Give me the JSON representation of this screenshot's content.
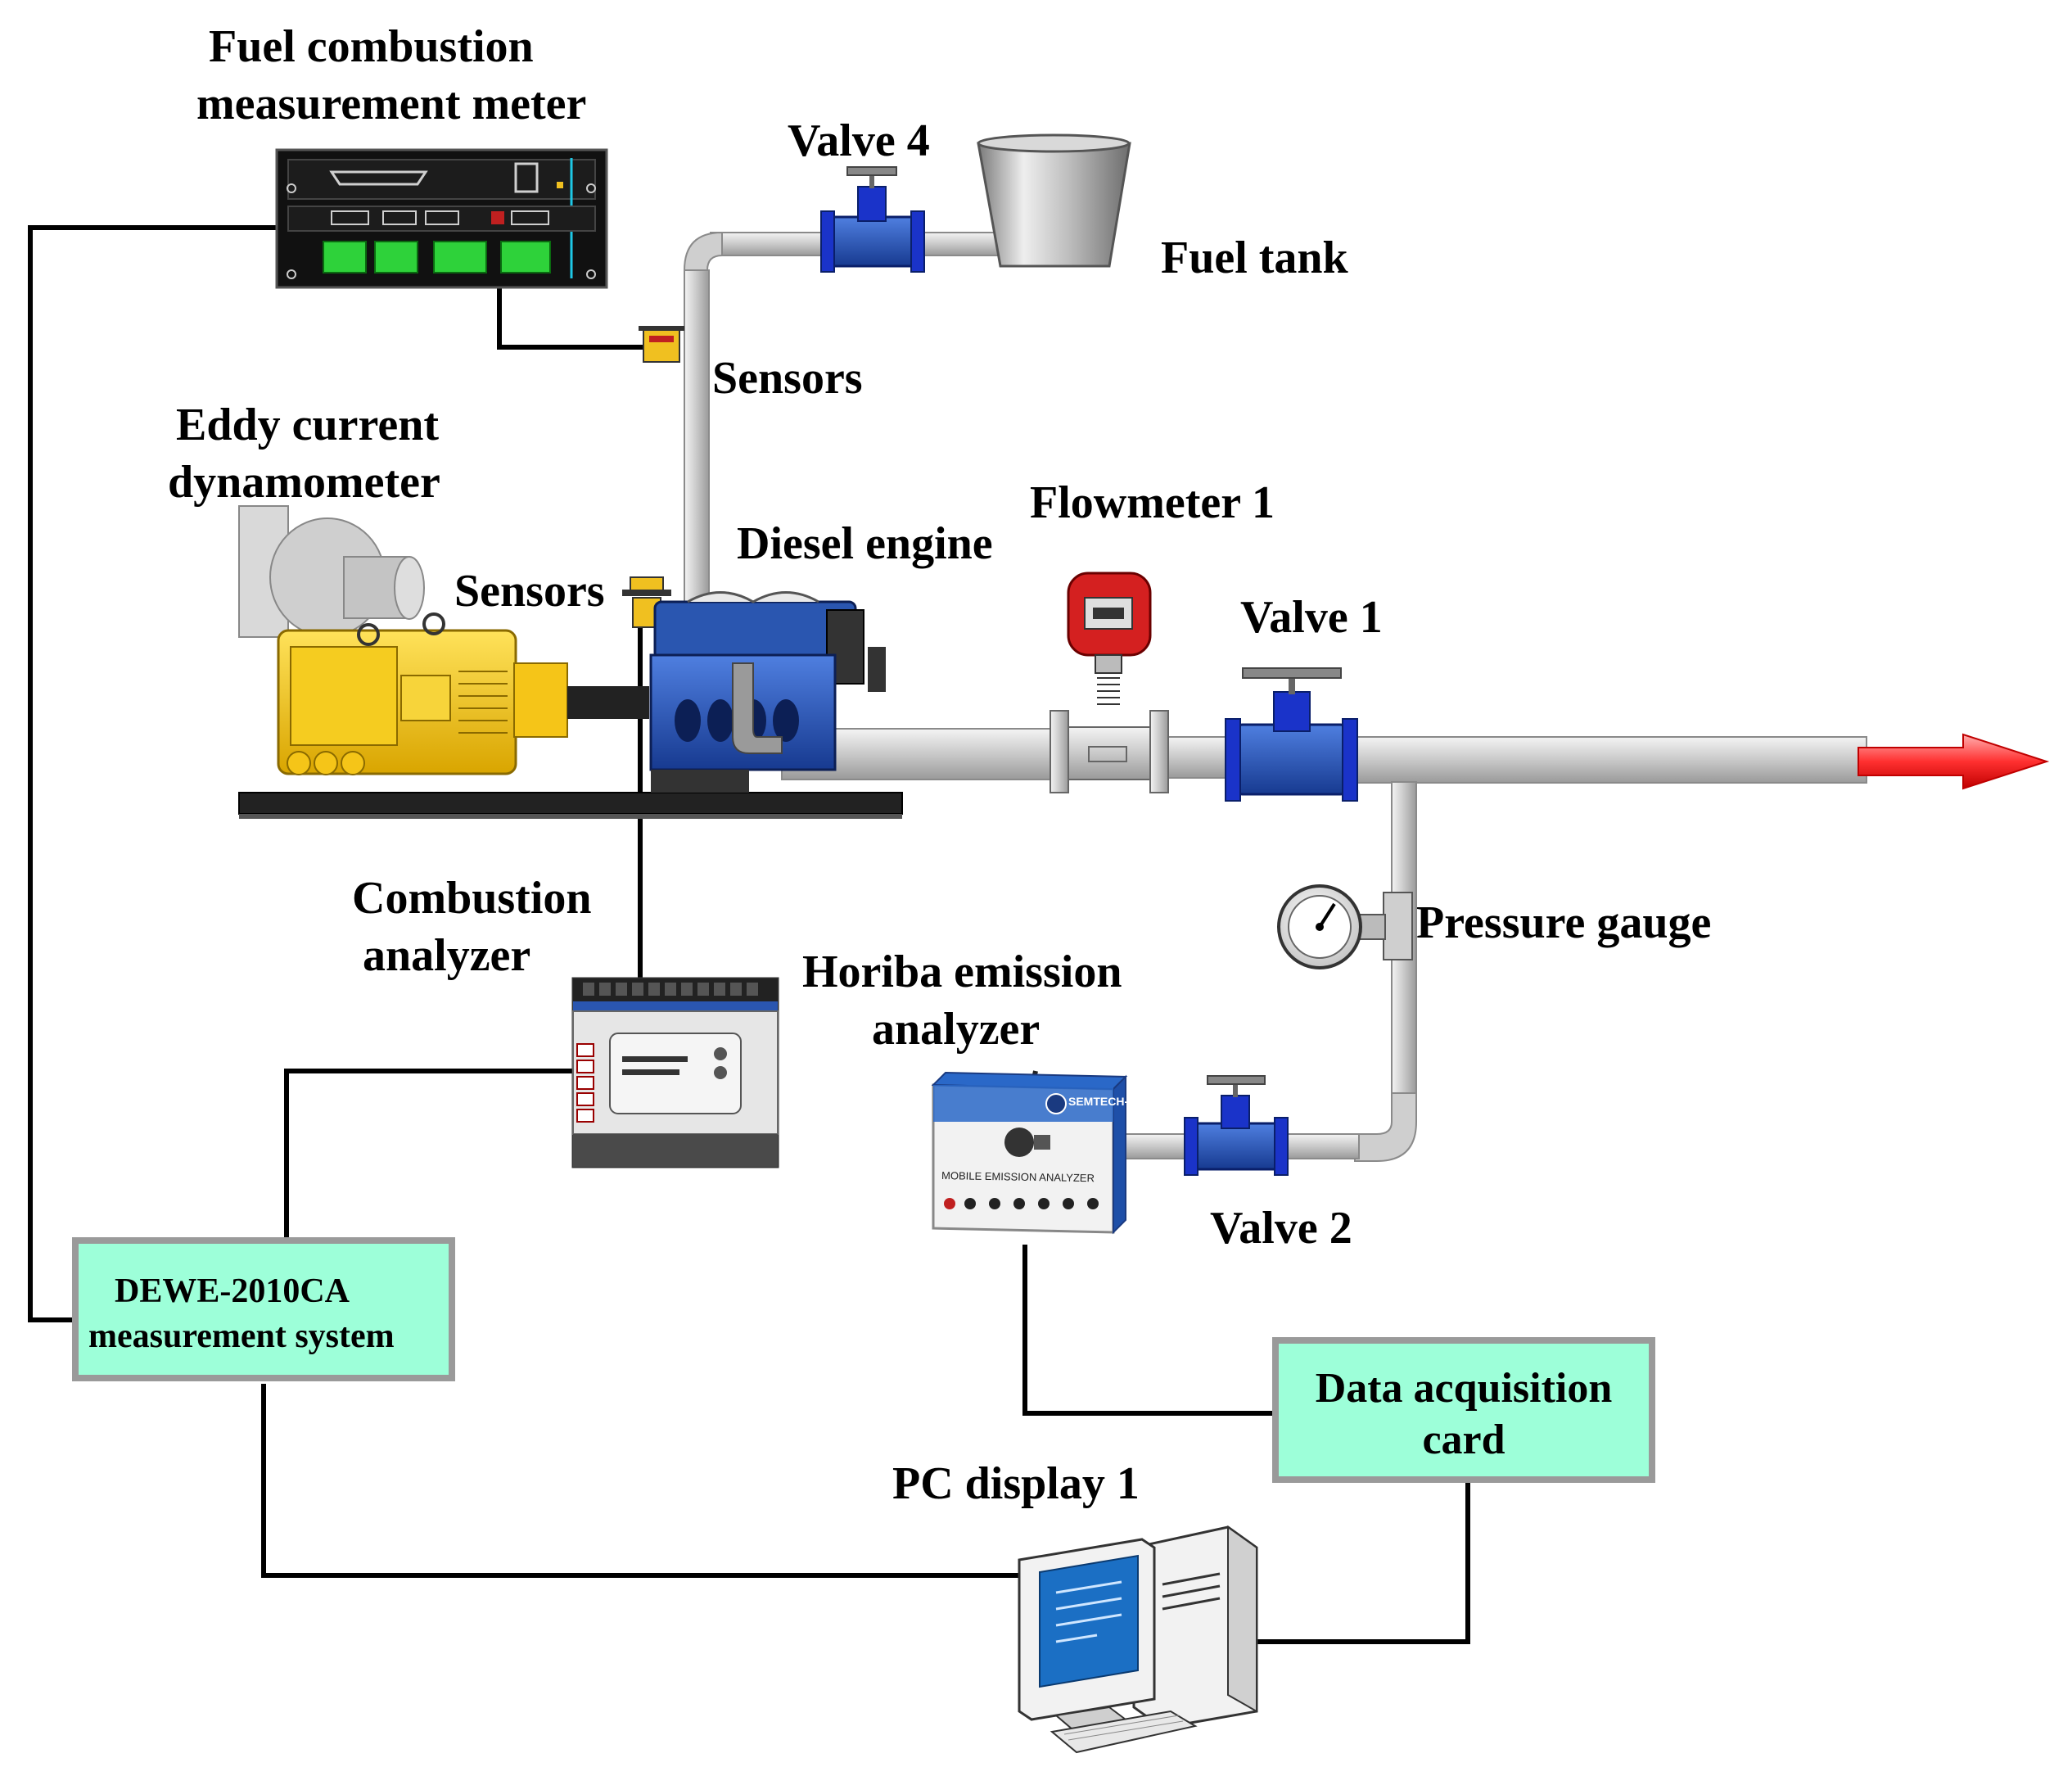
{
  "labels": {
    "fuel_meter_1": "Fuel combustion",
    "fuel_meter_2": "measurement meter",
    "valve4": "Valve 4",
    "fuel_tank": "Fuel tank",
    "sensors_top": "Sensors",
    "eddy_1": "Eddy current",
    "eddy_2": "dynamometer",
    "sensors_mid": "Sensors",
    "diesel_engine": "Diesel engine",
    "flowmeter1": "Flowmeter 1",
    "valve1": "Valve 1",
    "combustion_1": "Combustion",
    "combustion_2": "analyzer",
    "pressure_gauge": "Pressure gauge",
    "horiba_1": "Horiba emission",
    "horiba_2": "analyzer",
    "valve2": "Valve 2",
    "pc_display": "PC display 1"
  },
  "boxes": {
    "dewe_1": "DEWE-2010CA",
    "dewe_2": "measurement system",
    "daq_1": "Data acquisition",
    "daq_2": "card"
  },
  "device_text": {
    "analyzer_brand": "SEMTECH-DS",
    "analyzer_panel": "MOBILE EMISSION ANALYZER"
  },
  "colors": {
    "box_fill": "#9dffd9",
    "box_border": "#9a9a9a",
    "pipe": "#d6d6d6",
    "valve": "#1a33c9",
    "dyno": "#f5c518",
    "engine": "#2a56b0",
    "flowmeter": "#d42020",
    "exhaust_arrow": "#ff3030",
    "wire": "#000000",
    "screen": "#1b6fc4"
  }
}
